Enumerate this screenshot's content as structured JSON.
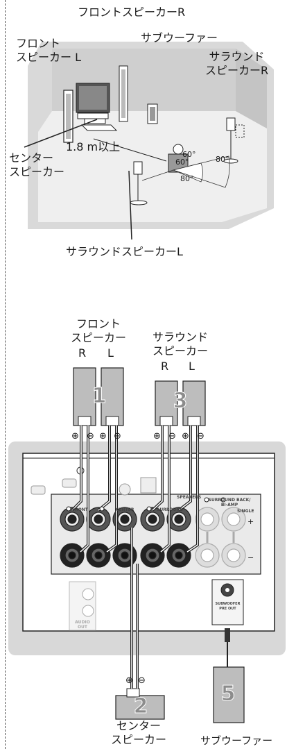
{
  "room": {
    "front_speaker_r": "フロントスピーカーR",
    "front_speaker_l": "フロント\nスピーカー L",
    "subwoofer": "サブウーファー",
    "surround_speaker_r": "サラウンド\nスピーカーR",
    "center_speaker": "センター\nスピーカー",
    "distance": "1.8 m以上",
    "surround_speaker_l": "サラウンドスピーカーL",
    "angles": [
      "60°",
      "60°",
      "80°",
      "80°"
    ]
  },
  "wiring": {
    "front_group_label": "フロント\nスピーカー",
    "front_r": "R",
    "front_l": "L",
    "surround_group_label": "サラウンド\nスピーカー",
    "surround_r": "R",
    "surround_l": "L",
    "front_number": "1",
    "surround_number": "3",
    "center_number": "2",
    "subwoofer_number": "5",
    "center_label": "センター\nスピーカー",
    "subwoofer_label": "サブウーファー",
    "plus_symbol": "⊕",
    "minus_symbol": "⊖"
  },
  "panel": {
    "speakers": "SPEAKERS",
    "front": "FRONT",
    "center": "CENTER",
    "surround": "SURROUND",
    "surround_back": "SURROUND BACK/\nBI-AMP",
    "single": "SINGLE",
    "plus": "+",
    "minus": "−",
    "audio_out": "AUDIO\nOUT",
    "subwoofer_pre_out": "SUBWOOFER\nPRE OUT"
  }
}
